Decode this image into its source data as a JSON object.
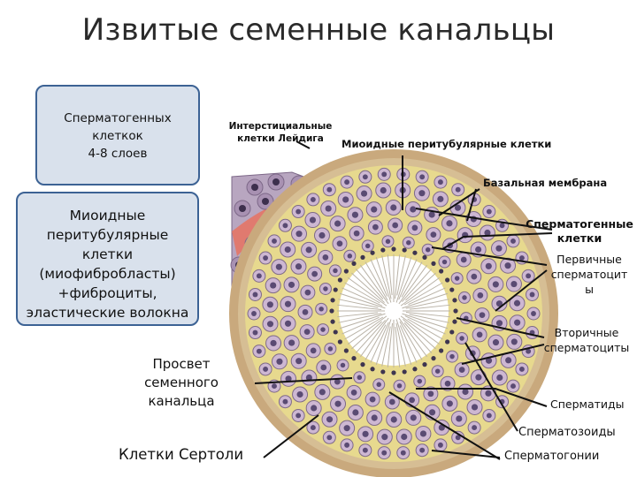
{
  "title": "Извитые семенные канальцы",
  "box_spermatogenic": [
    "Сперматогенных",
    "клеткок",
    "4-8 слоев"
  ],
  "box_myoid": [
    "Миоидные",
    "перитубулярные",
    "клетки",
    "(миофибробласты)",
    "+фиброциты,",
    "эластические волокна"
  ],
  "labels": {
    "leydig": [
      "Интерстициальные",
      "клетки Лейдига"
    ],
    "myoid_peritubular": "Миоидные перитубулярные клетки",
    "basal_membrane": "Базальная мембрана",
    "spermatogenic_cells": [
      "Сперматогенные",
      "клетки"
    ],
    "primary_spermatocytes": [
      "Первичные",
      "сперматоцит",
      "ы"
    ],
    "secondary_spermatocytes": [
      "Вторичные",
      "сперматоциты"
    ],
    "lumen": [
      "Просвет",
      "семенного",
      "канальца"
    ],
    "spermatids": "Сперматиды",
    "spermatozoa": "Сперматозоиды",
    "sertoli": "Клетки Сертоли",
    "spermatogonia": "Сперматогонии"
  },
  "colors": {
    "box_fill": "#d9e1ec",
    "box_border": "#3c6294",
    "tubule_wall": "#c9a97d",
    "epithelium": "#e7d98e",
    "lumen": "#ffffff",
    "cell_fill": "#cdb7d2",
    "nucleus": "#5a4b73",
    "vessel": "#e07a6f",
    "interstitial": "#7d6888"
  }
}
